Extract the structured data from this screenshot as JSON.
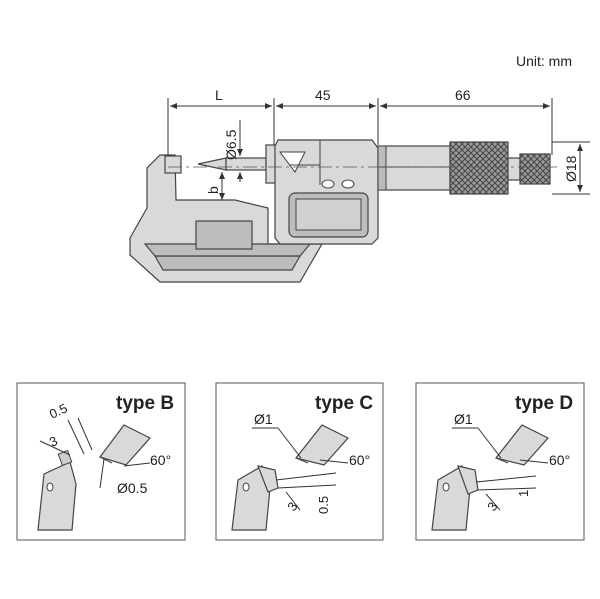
{
  "unit_label": "Unit: mm",
  "main": {
    "dim_L": "L",
    "dim_45": "45",
    "dim_66": "66",
    "dim_d65": "Ø6.5",
    "dim_d18": "Ø18",
    "dim_b": "b"
  },
  "details": [
    {
      "title": "type B",
      "dim_top": "0.5",
      "dim_side": "3",
      "angle": "60°",
      "dim_tip": "Ø0.5"
    },
    {
      "title": "type C",
      "dim_dia": "Ø1",
      "angle": "60°",
      "dim_side": "3",
      "dim_right": "0.5"
    },
    {
      "title": "type D",
      "dim_dia": "Ø1",
      "angle": "60°",
      "dim_side": "3",
      "dim_right": "1"
    }
  ]
}
